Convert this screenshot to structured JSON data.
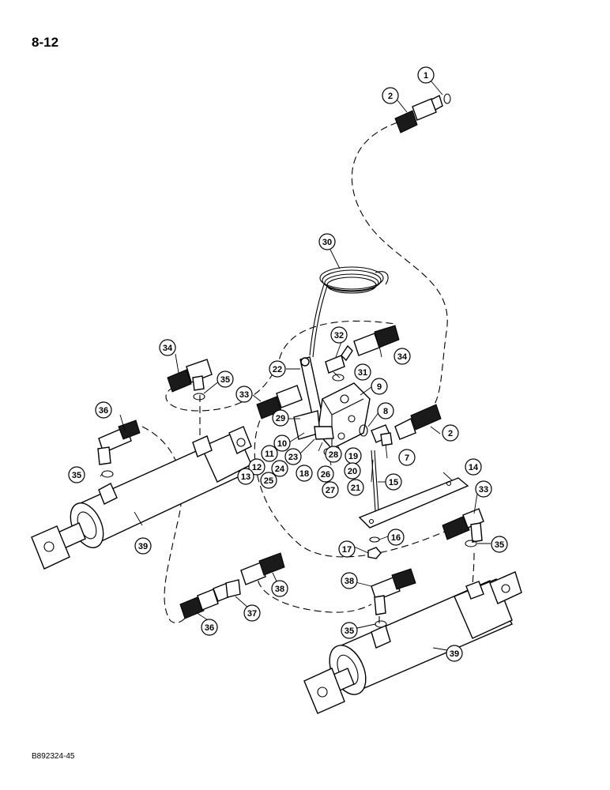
{
  "page": {
    "page_number": "8-12",
    "figure_code": "B892324-45"
  },
  "callouts": [
    {
      "id": "c1",
      "label": "1"
    },
    {
      "id": "c2a",
      "label": "2"
    },
    {
      "id": "c30",
      "label": "30"
    },
    {
      "id": "c32",
      "label": "32"
    },
    {
      "id": "c34a",
      "label": "34"
    },
    {
      "id": "c34b",
      "label": "34"
    },
    {
      "id": "c35a",
      "label": "35"
    },
    {
      "id": "c22",
      "label": "22"
    },
    {
      "id": "c31",
      "label": "31"
    },
    {
      "id": "c9",
      "label": "9"
    },
    {
      "id": "c33a",
      "label": "33"
    },
    {
      "id": "c36a",
      "label": "36"
    },
    {
      "id": "c8",
      "label": "8"
    },
    {
      "id": "c29",
      "label": "29"
    },
    {
      "id": "c2b",
      "label": "2"
    },
    {
      "id": "c10",
      "label": "10"
    },
    {
      "id": "c11",
      "label": "11"
    },
    {
      "id": "c23",
      "label": "23"
    },
    {
      "id": "c28",
      "label": "28"
    },
    {
      "id": "c19",
      "label": "19"
    },
    {
      "id": "c7",
      "label": "7"
    },
    {
      "id": "c35b",
      "label": "35"
    },
    {
      "id": "c12",
      "label": "12"
    },
    {
      "id": "c24",
      "label": "24"
    },
    {
      "id": "c18",
      "label": "18"
    },
    {
      "id": "c26",
      "label": "26"
    },
    {
      "id": "c20",
      "label": "20"
    },
    {
      "id": "c13",
      "label": "13"
    },
    {
      "id": "c25",
      "label": "25"
    },
    {
      "id": "c27",
      "label": "27"
    },
    {
      "id": "c21",
      "label": "21"
    },
    {
      "id": "c15",
      "label": "15"
    },
    {
      "id": "c14",
      "label": "14"
    },
    {
      "id": "c33b",
      "label": "33"
    },
    {
      "id": "c39a",
      "label": "39"
    },
    {
      "id": "c16",
      "label": "16"
    },
    {
      "id": "c17",
      "label": "17"
    },
    {
      "id": "c35c",
      "label": "35"
    },
    {
      "id": "c38a",
      "label": "38"
    },
    {
      "id": "c38b",
      "label": "38"
    },
    {
      "id": "c37",
      "label": "37"
    },
    {
      "id": "c36b",
      "label": "36"
    },
    {
      "id": "c35d",
      "label": "35"
    },
    {
      "id": "c39b",
      "label": "39"
    }
  ]
}
